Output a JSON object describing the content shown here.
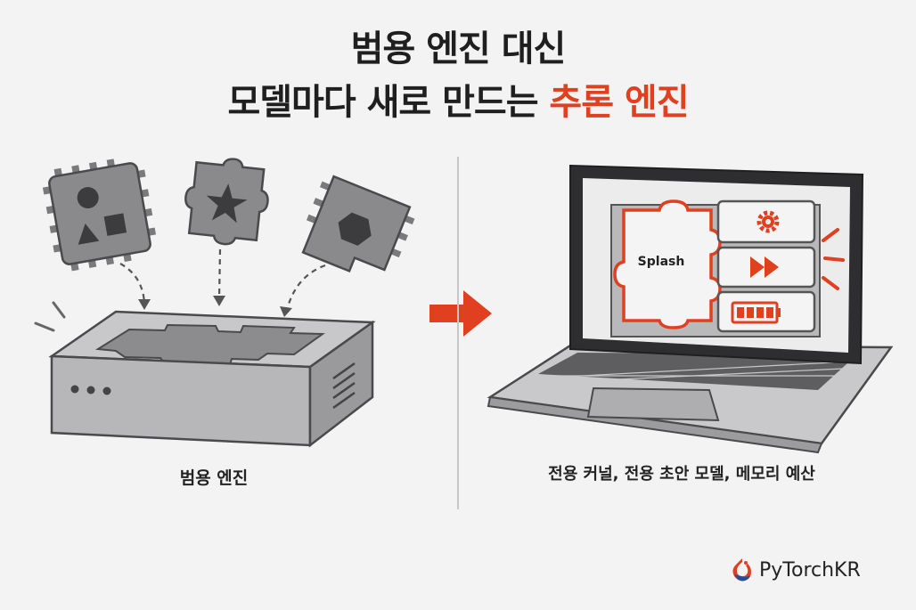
{
  "title": {
    "line1": "범용 엔진 대신",
    "line2_prefix": "모델마다 새로 만드는 ",
    "line2_accent": "추론 엔진"
  },
  "left_panel": {
    "caption": "범용 엔진"
  },
  "right_panel": {
    "caption": "전용 커널, 전용 초안 모델, 메모리 예산",
    "screen_piece_label": "Splash"
  },
  "brand": {
    "name": "PyTorchKR"
  },
  "colors": {
    "accent": "#e0401f",
    "piece_gray": "#8a8a8c",
    "box_gray": "#bdbdbf",
    "text": "#1f1f1f"
  },
  "icons": [
    "circle-triangle-square-chip-icon",
    "star-chip-icon",
    "hexagon-chip-icon",
    "gear-icon",
    "fast-forward-icon",
    "battery-icon",
    "pytorch-flame-icon"
  ]
}
